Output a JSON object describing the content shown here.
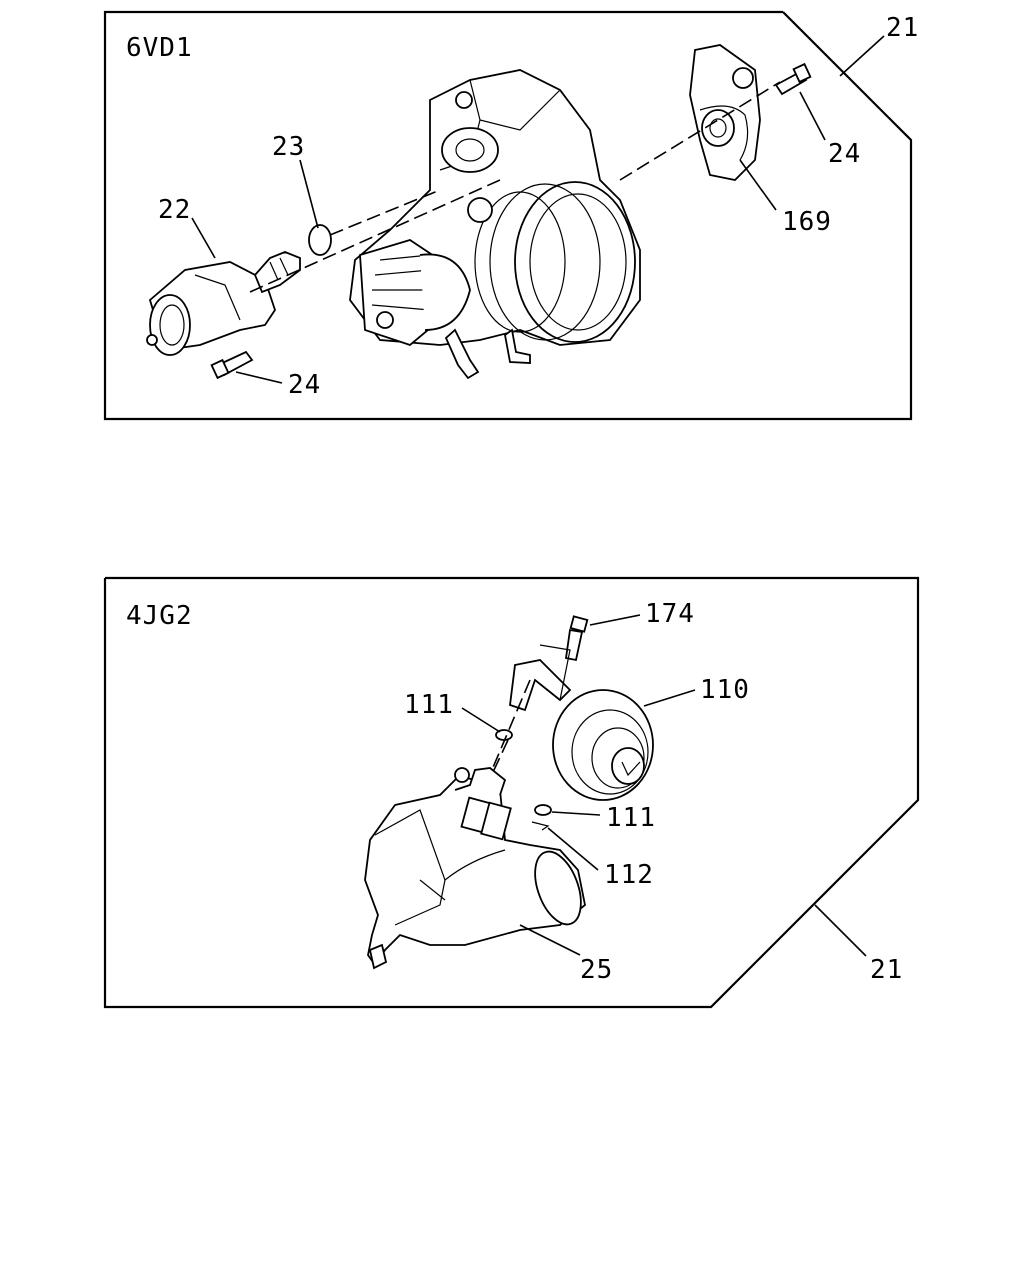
{
  "panels": [
    {
      "model": "6VD1",
      "labels": [
        "21",
        "23",
        "22",
        "24",
        "24",
        "169"
      ]
    },
    {
      "model": "4JG2",
      "labels": [
        "174",
        "111",
        "110",
        "111",
        "112",
        "25",
        "21"
      ]
    }
  ]
}
